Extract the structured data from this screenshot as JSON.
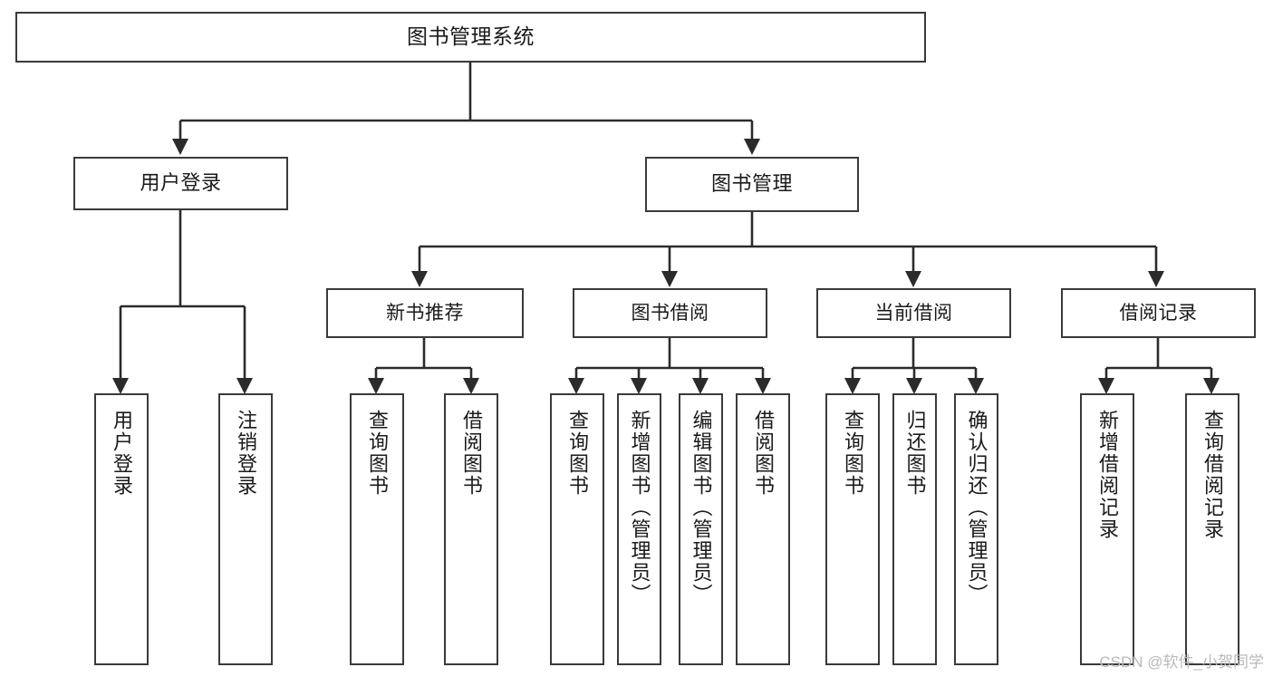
{
  "diagram": {
    "title": "图书管理系统",
    "type": "tree",
    "watermark": "CSDN @软件_小贺同学",
    "colors": {
      "border": "#3a3a3a",
      "background": "#ffffff",
      "text": "#1a1a1a",
      "connector": "#2b2b2b",
      "watermark": "#b9b9b9"
    },
    "nodes": {
      "root": {
        "label": "图书管理系统"
      },
      "level1": [
        {
          "label": "用户登录"
        },
        {
          "label": "图书管理"
        }
      ],
      "level2": [
        {
          "label": "新书推荐"
        },
        {
          "label": "图书借阅"
        },
        {
          "label": "当前借阅"
        },
        {
          "label": "借阅记录"
        }
      ],
      "leaves": {
        "user_login": [
          {
            "label": "用户登录"
          },
          {
            "label": "注销登录"
          }
        ],
        "new_book_recommend": [
          {
            "label": "查询图书"
          },
          {
            "label": "借阅图书"
          }
        ],
        "book_borrow": [
          {
            "label": "查询图书"
          },
          {
            "label": "新增图书（管理员）"
          },
          {
            "label": "编辑图书（管理员）"
          },
          {
            "label": "借阅图书"
          }
        ],
        "current_borrow": [
          {
            "label": "查询图书"
          },
          {
            "label": "归还图书"
          },
          {
            "label": "确认归还（管理员）"
          }
        ],
        "borrow_record": [
          {
            "label": "新增借阅记录"
          },
          {
            "label": "查询借阅记录"
          }
        ]
      }
    }
  }
}
